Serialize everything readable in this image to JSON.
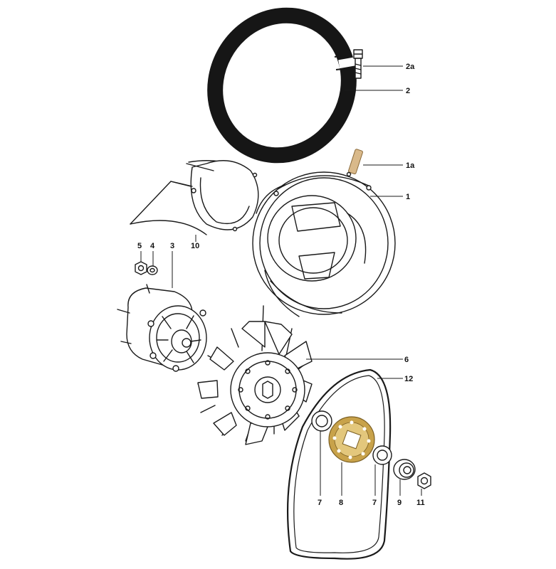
{
  "colors": {
    "ink": "#1a1a1a",
    "paper": "#ffffff",
    "shroud_band": "#161616",
    "stud": "#d9b98a",
    "washer_gold": "#c8a24a",
    "washer_gold_light": "#e3c77c"
  },
  "parts": [
    {
      "id": "2a",
      "label": "2a",
      "name": "bolt"
    },
    {
      "id": "2",
      "label": "2",
      "name": "shroud-band"
    },
    {
      "id": "1a",
      "label": "1a",
      "name": "stud"
    },
    {
      "id": "1",
      "label": "1",
      "name": "fan-housing"
    },
    {
      "id": "10",
      "label": "10",
      "name": "air-deflector"
    },
    {
      "id": "5",
      "label": "5",
      "name": "nut"
    },
    {
      "id": "4",
      "label": "4",
      "name": "washer"
    },
    {
      "id": "3",
      "label": "3",
      "name": "generator"
    },
    {
      "id": "6",
      "label": "6",
      "name": "fan"
    },
    {
      "id": "12",
      "label": "12",
      "name": "v-belt"
    },
    {
      "id": "7a",
      "label": "7",
      "name": "spacer-left"
    },
    {
      "id": "8",
      "label": "8",
      "name": "pulley-shim"
    },
    {
      "id": "7b",
      "label": "7",
      "name": "spacer-right"
    },
    {
      "id": "9",
      "label": "9",
      "name": "pulley-hub"
    },
    {
      "id": "11",
      "label": "11",
      "name": "pulley-nut"
    }
  ]
}
